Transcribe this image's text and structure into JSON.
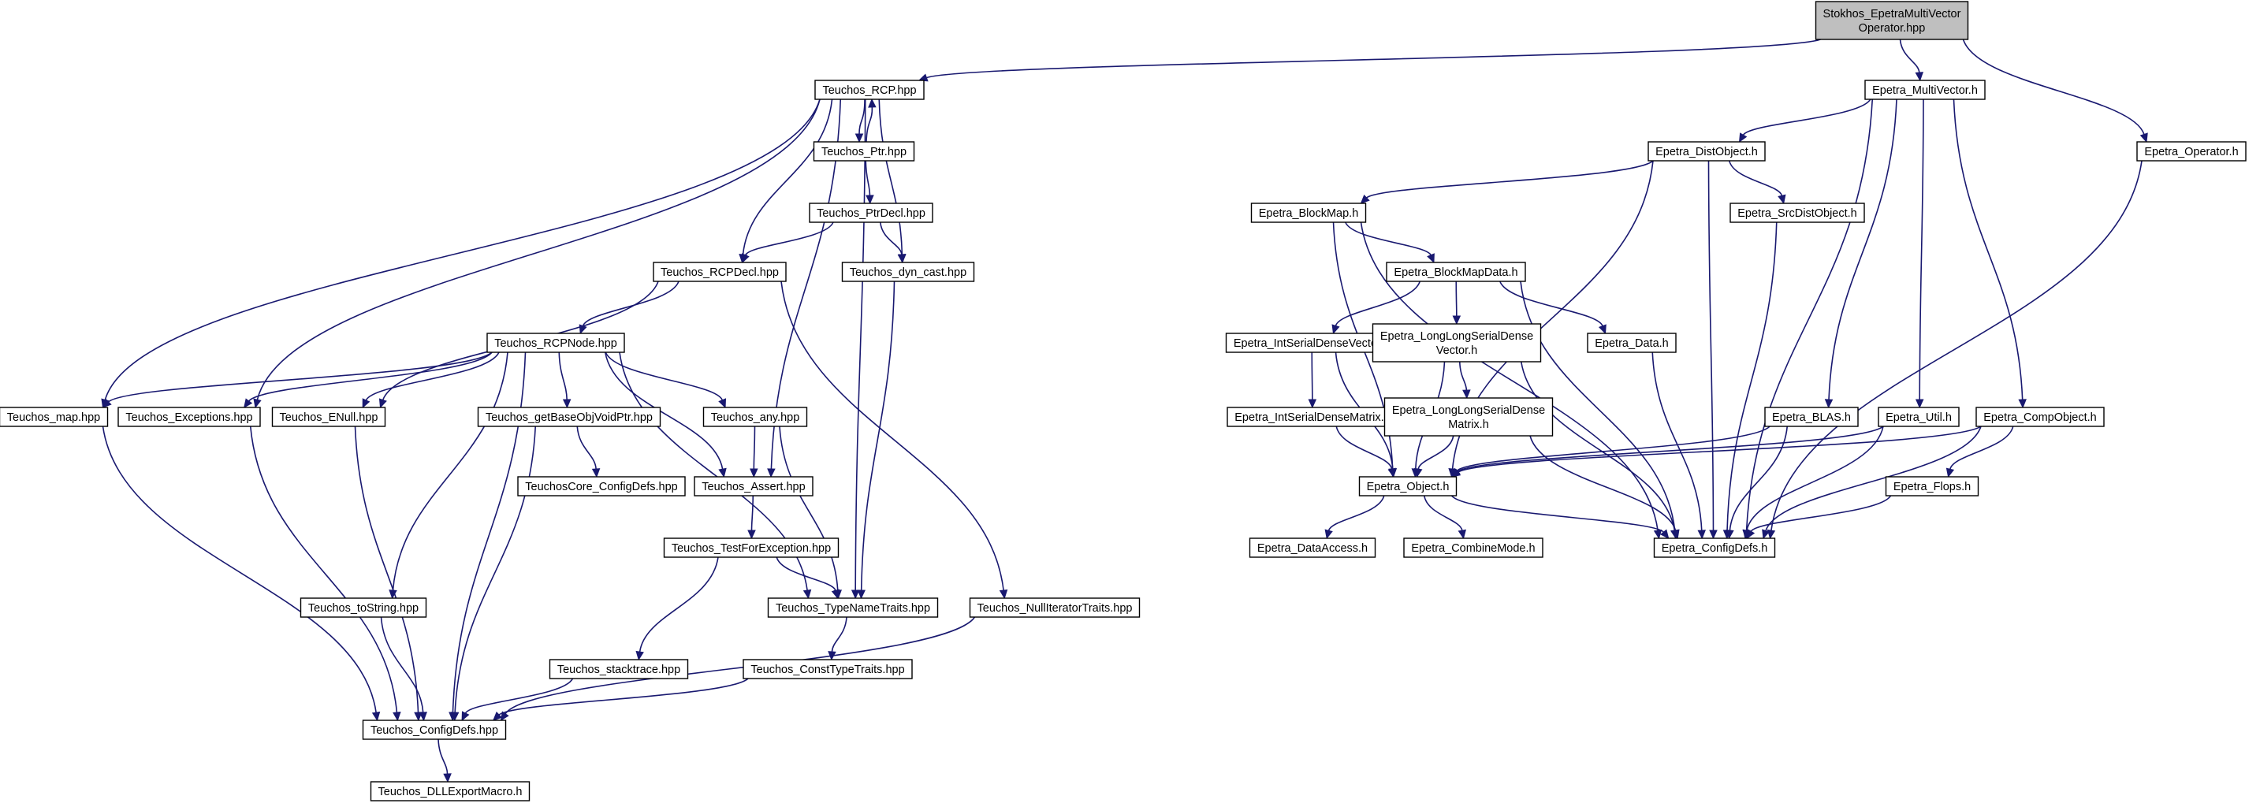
{
  "graph": {
    "root": "stokhos_op",
    "nodes": [
      {
        "id": "stokhos_op",
        "lines": [
          "Stokhos_EpetraMultiVector",
          "Operator.hpp"
        ]
      },
      {
        "id": "rcp",
        "lines": [
          "Teuchos_RCP.hpp"
        ]
      },
      {
        "id": "mv",
        "lines": [
          "Epetra_MultiVector.h"
        ]
      },
      {
        "id": "operator",
        "lines": [
          "Epetra_Operator.h"
        ]
      },
      {
        "id": "ptr",
        "lines": [
          "Teuchos_Ptr.hpp"
        ]
      },
      {
        "id": "ptrdecl",
        "lines": [
          "Teuchos_PtrDecl.hpp"
        ]
      },
      {
        "id": "rcpdecl",
        "lines": [
          "Teuchos_RCPDecl.hpp"
        ]
      },
      {
        "id": "dyncast",
        "lines": [
          "Teuchos_dyn_cast.hpp"
        ]
      },
      {
        "id": "rcpnode",
        "lines": [
          "Teuchos_RCPNode.hpp"
        ]
      },
      {
        "id": "map",
        "lines": [
          "Teuchos_map.hpp"
        ]
      },
      {
        "id": "exceptions",
        "lines": [
          "Teuchos_Exceptions.hpp"
        ]
      },
      {
        "id": "enull",
        "lines": [
          "Teuchos_ENull.hpp"
        ]
      },
      {
        "id": "getbase",
        "lines": [
          "Teuchos_getBaseObjVoidPtr.hpp"
        ]
      },
      {
        "id": "any",
        "lines": [
          "Teuchos_any.hpp"
        ]
      },
      {
        "id": "coreconfig",
        "lines": [
          "TeuchosCore_ConfigDefs.hpp"
        ]
      },
      {
        "id": "assert",
        "lines": [
          "Teuchos_Assert.hpp"
        ]
      },
      {
        "id": "testforexc",
        "lines": [
          "Teuchos_TestForException.hpp"
        ]
      },
      {
        "id": "tostring",
        "lines": [
          "Teuchos_toString.hpp"
        ]
      },
      {
        "id": "typename",
        "lines": [
          "Teuchos_TypeNameTraits.hpp"
        ]
      },
      {
        "id": "nulliter",
        "lines": [
          "Teuchos_NullIteratorTraits.hpp"
        ]
      },
      {
        "id": "stacktrace",
        "lines": [
          "Teuchos_stacktrace.hpp"
        ]
      },
      {
        "id": "consttype",
        "lines": [
          "Teuchos_ConstTypeTraits.hpp"
        ]
      },
      {
        "id": "tconfig",
        "lines": [
          "Teuchos_ConfigDefs.hpp"
        ]
      },
      {
        "id": "dllexport",
        "lines": [
          "Teuchos_DLLExportMacro.h"
        ]
      },
      {
        "id": "distobj",
        "lines": [
          "Epetra_DistObject.h"
        ]
      },
      {
        "id": "blockmap",
        "lines": [
          "Epetra_BlockMap.h"
        ]
      },
      {
        "id": "srcdist",
        "lines": [
          "Epetra_SrcDistObject.h"
        ]
      },
      {
        "id": "blockmapdata",
        "lines": [
          "Epetra_BlockMapData.h"
        ]
      },
      {
        "id": "intsdv",
        "lines": [
          "Epetra_IntSerialDenseVector.h"
        ]
      },
      {
        "id": "llsdv",
        "lines": [
          "Epetra_LongLongSerialDense",
          "Vector.h"
        ]
      },
      {
        "id": "edata",
        "lines": [
          "Epetra_Data.h"
        ]
      },
      {
        "id": "intsdm",
        "lines": [
          "Epetra_IntSerialDenseMatrix.h"
        ]
      },
      {
        "id": "llsdm",
        "lines": [
          "Epetra_LongLongSerialDense",
          "Matrix.h"
        ]
      },
      {
        "id": "blas",
        "lines": [
          "Epetra_BLAS.h"
        ]
      },
      {
        "id": "util",
        "lines": [
          "Epetra_Util.h"
        ]
      },
      {
        "id": "compobj",
        "lines": [
          "Epetra_CompObject.h"
        ]
      },
      {
        "id": "object",
        "lines": [
          "Epetra_Object.h"
        ]
      },
      {
        "id": "flops",
        "lines": [
          "Epetra_Flops.h"
        ]
      },
      {
        "id": "dataaccess",
        "lines": [
          "Epetra_DataAccess.h"
        ]
      },
      {
        "id": "combinemode",
        "lines": [
          "Epetra_CombineMode.h"
        ]
      },
      {
        "id": "econfig",
        "lines": [
          "Epetra_ConfigDefs.h"
        ]
      }
    ],
    "edges": [
      [
        "stokhos_op",
        "rcp"
      ],
      [
        "stokhos_op",
        "mv"
      ],
      [
        "stokhos_op",
        "operator"
      ],
      [
        "rcp",
        "ptr"
      ],
      [
        "rcp",
        "rcpdecl"
      ],
      [
        "rcp",
        "dyncast"
      ],
      [
        "rcp",
        "map"
      ],
      [
        "rcp",
        "exceptions"
      ],
      [
        "rcp",
        "assert"
      ],
      [
        "rcp",
        "typename"
      ],
      [
        "ptr",
        "rcp"
      ],
      [
        "ptr",
        "ptrdecl"
      ],
      [
        "ptrdecl",
        "rcpdecl"
      ],
      [
        "ptrdecl",
        "dyncast"
      ],
      [
        "rcpdecl",
        "rcpnode"
      ],
      [
        "rcpdecl",
        "enull"
      ],
      [
        "rcpdecl",
        "nulliter"
      ],
      [
        "dyncast",
        "typename"
      ],
      [
        "rcpnode",
        "map"
      ],
      [
        "rcpnode",
        "exceptions"
      ],
      [
        "rcpnode",
        "enull"
      ],
      [
        "rcpnode",
        "getbase"
      ],
      [
        "rcpnode",
        "any"
      ],
      [
        "rcpnode",
        "assert"
      ],
      [
        "rcpnode",
        "tostring"
      ],
      [
        "rcpnode",
        "typename"
      ],
      [
        "rcpnode",
        "tconfig"
      ],
      [
        "map",
        "tconfig"
      ],
      [
        "exceptions",
        "tconfig"
      ],
      [
        "enull",
        "tconfig"
      ],
      [
        "getbase",
        "coreconfig"
      ],
      [
        "getbase",
        "tconfig"
      ],
      [
        "any",
        "assert"
      ],
      [
        "any",
        "typename"
      ],
      [
        "assert",
        "testforexc"
      ],
      [
        "testforexc",
        "typename"
      ],
      [
        "testforexc",
        "stacktrace"
      ],
      [
        "tostring",
        "tconfig"
      ],
      [
        "typename",
        "consttype"
      ],
      [
        "nulliter",
        "tconfig"
      ],
      [
        "stacktrace",
        "tconfig"
      ],
      [
        "consttype",
        "tconfig"
      ],
      [
        "tconfig",
        "dllexport"
      ],
      [
        "mv",
        "distobj"
      ],
      [
        "mv",
        "blas"
      ],
      [
        "mv",
        "util"
      ],
      [
        "mv",
        "compobj"
      ],
      [
        "mv",
        "econfig"
      ],
      [
        "operator",
        "econfig"
      ],
      [
        "distobj",
        "blockmap"
      ],
      [
        "distobj",
        "srcdist"
      ],
      [
        "distobj",
        "object"
      ],
      [
        "distobj",
        "econfig"
      ],
      [
        "blockmap",
        "blockmapdata"
      ],
      [
        "blockmap",
        "object"
      ],
      [
        "blockmap",
        "econfig"
      ],
      [
        "srcdist",
        "econfig"
      ],
      [
        "blockmapdata",
        "intsdv"
      ],
      [
        "blockmapdata",
        "llsdv"
      ],
      [
        "blockmapdata",
        "edata"
      ],
      [
        "blockmapdata",
        "econfig"
      ],
      [
        "intsdv",
        "intsdm"
      ],
      [
        "intsdv",
        "object"
      ],
      [
        "llsdv",
        "llsdm"
      ],
      [
        "llsdv",
        "object"
      ],
      [
        "llsdv",
        "econfig"
      ],
      [
        "edata",
        "econfig"
      ],
      [
        "intsdm",
        "object"
      ],
      [
        "llsdm",
        "object"
      ],
      [
        "llsdm",
        "econfig"
      ],
      [
        "blas",
        "object"
      ],
      [
        "blas",
        "econfig"
      ],
      [
        "util",
        "object"
      ],
      [
        "util",
        "econfig"
      ],
      [
        "compobj",
        "object"
      ],
      [
        "compobj",
        "flops"
      ],
      [
        "compobj",
        "econfig"
      ],
      [
        "flops",
        "econfig"
      ],
      [
        "object",
        "dataaccess"
      ],
      [
        "object",
        "combinemode"
      ],
      [
        "object",
        "econfig"
      ]
    ]
  }
}
